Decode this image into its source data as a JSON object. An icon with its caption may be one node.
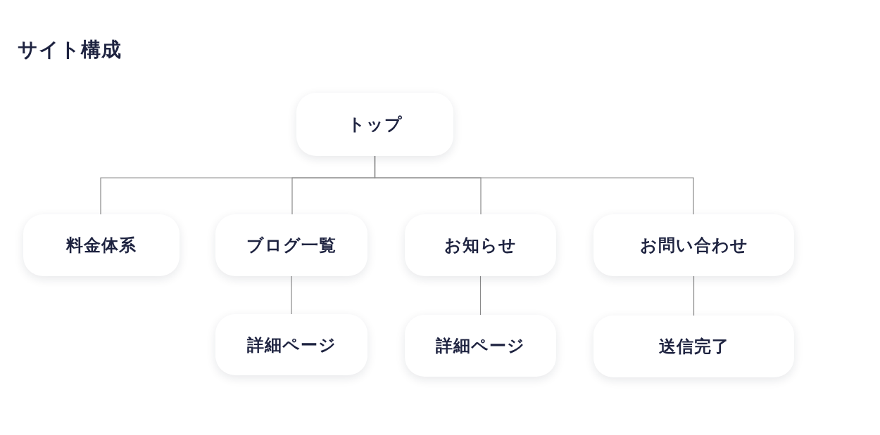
{
  "diagram": {
    "title": "サイト構成",
    "nodes": [
      {
        "text": [
          "トップ"
        ]
      },
      {
        "text": [
          "料金体系"
        ]
      },
      {
        "text": [
          "ブログ一覧"
        ]
      },
      {
        "text": [
          "お知らせ"
        ]
      },
      {
        "text": [
          "お問い合わせ"
        ]
      },
      {
        "text": [
          "詳細ページ"
        ]
      },
      {
        "text": [
          "詳細ページ"
        ]
      },
      {
        "text": [
          "送信完了"
        ]
      }
    ],
    "edges": [
      {
        "from": 0,
        "to": 1,
        "arrow": "none"
      },
      {
        "from": 0,
        "to": 2,
        "arrow": "none"
      },
      {
        "from": 0,
        "to": 3,
        "arrow": "none"
      },
      {
        "from": 0,
        "to": 4,
        "arrow": "none"
      },
      {
        "from": 2,
        "to": 5,
        "arrow": "none"
      },
      {
        "from": 3,
        "to": 6,
        "arrow": "none"
      },
      {
        "from": 4,
        "to": 7,
        "arrow": "none"
      }
    ]
  }
}
